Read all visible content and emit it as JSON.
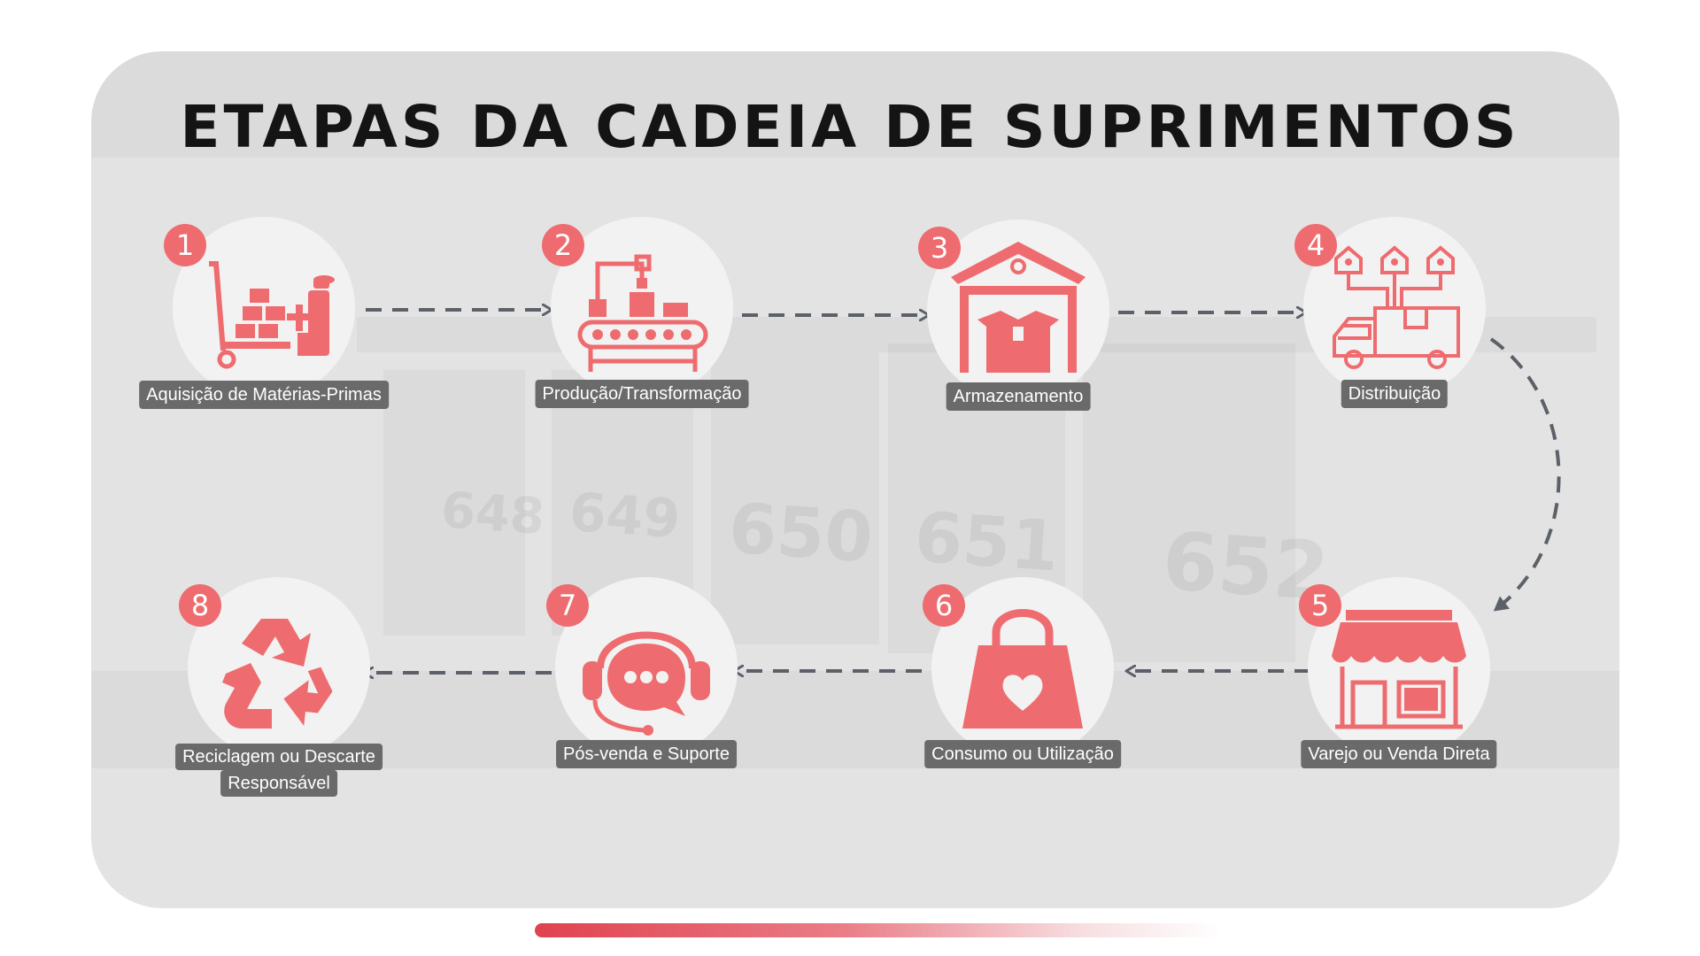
{
  "title": "ETAPAS DA CADEIA DE SUPRIMENTOS",
  "colors": {
    "accent": "#ee6c6f",
    "label_bg": "#6a6a6a",
    "arrow": "#5c6068",
    "panel": "#e3e3e3"
  },
  "steps": [
    {
      "number": "1",
      "label": "Aquisição de Matérias-Primas",
      "icon": "raw-materials-icon"
    },
    {
      "number": "2",
      "label": "Produção/Transformação",
      "icon": "production-line-icon"
    },
    {
      "number": "3",
      "label": "Armazenamento",
      "icon": "warehouse-icon"
    },
    {
      "number": "4",
      "label": "Distribuição",
      "icon": "delivery-truck-icon"
    },
    {
      "number": "5",
      "label": "Varejo ou Venda Direta",
      "icon": "storefront-icon"
    },
    {
      "number": "6",
      "label": "Consumo ou Utilização",
      "icon": "shopping-bag-heart-icon"
    },
    {
      "number": "7",
      "label": "Pós-venda e Suporte",
      "icon": "headset-chat-icon"
    },
    {
      "number": "8",
      "label_line1": "Reciclagem ou Descarte",
      "label_line2": "Responsável",
      "icon": "recycle-icon"
    }
  ],
  "background_numbers": [
    "648",
    "649",
    "650",
    "651",
    "652"
  ]
}
